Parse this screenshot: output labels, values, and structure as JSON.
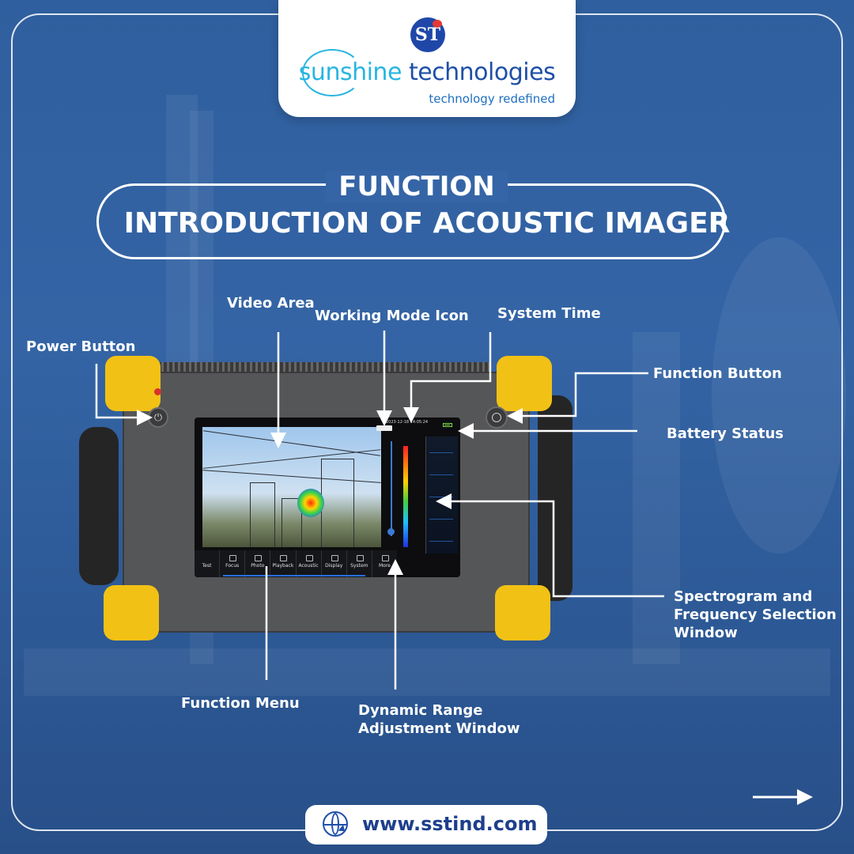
{
  "brand": {
    "monogram": "ST",
    "name_part1": "sunshine",
    "name_part2": " technologies",
    "tagline": "technology redefined",
    "colors": {
      "primary": "#1e4fa8",
      "accent": "#28b5e0",
      "background": "#3464a5"
    }
  },
  "title": {
    "line1": "FUNCTION",
    "line2": "INTRODUCTION OF ACOUSTIC IMAGER"
  },
  "labels": {
    "power_button": "Power Button",
    "video_area": "Video Area",
    "working_mode_icon": "Working Mode Icon",
    "system_time": "System Time",
    "function_button": "Function Button",
    "battery_status": "Battery Status",
    "spectrogram_line1": "Spectrogram and",
    "spectrogram_line2": "Frequency Selection",
    "spectrogram_line3": "Window",
    "function_menu": "Function Menu",
    "dynamic_range_line1": "Dynamic Range",
    "dynamic_range_line2": "Adjustment Window"
  },
  "device_screen": {
    "system_time": "2023-12-18 14:05:24",
    "menu_items": [
      "Test",
      "Focus",
      "Photo",
      "Playback",
      "Acoustic",
      "Display",
      "System",
      "More"
    ],
    "icons": [
      "power-icon",
      "function-button-icon",
      "battery-icon",
      "working-mode-icon"
    ]
  },
  "footer": {
    "url": "www.sstind.com",
    "icons": [
      "globe-icon",
      "cursor-icon",
      "next-arrow-icon"
    ]
  }
}
